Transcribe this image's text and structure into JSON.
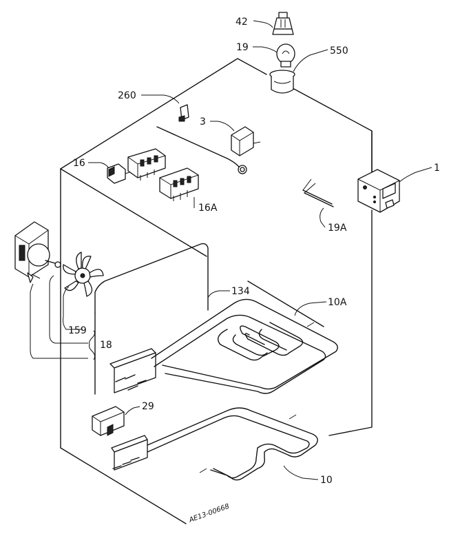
{
  "diagram": {
    "drawing_code": "AE13-00668",
    "labels": {
      "p42": "42",
      "p19": "19",
      "p550": "550",
      "p260": "260",
      "p3": "3",
      "p1": "1",
      "p16": "16",
      "p16a": "16A",
      "p19a": "19A",
      "p134": "134",
      "p10a": "10A",
      "p159": "159",
      "p18": "18",
      "p29": "29",
      "p10": "10"
    }
  }
}
